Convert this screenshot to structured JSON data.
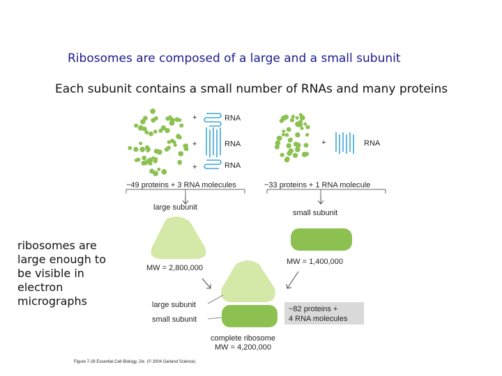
{
  "title": "Ribosomes are composed of a large and a small subunit",
  "subtitle": "Each subunit contains a small number of RNAs and many proteins",
  "side_note": "ribosomes are large enough to be visible in electron micrographs",
  "figure": {
    "plus": "+",
    "rna": "RNA",
    "large_components": "~49 proteins + 3 RNA molecules",
    "small_components": "~33 proteins + 1 RNA molecule",
    "large_subunit": "large subunit",
    "small_subunit": "small subunit",
    "large_mw": "MW = 2,800,000",
    "small_mw": "MW = 1,400,000",
    "complete_components_line1": "~82 proteins +",
    "complete_components_line2": "4 RNA molecules",
    "complete_label": "complete ribosome",
    "complete_mw": "MW = 4,200,000",
    "caption": "Figure 7-28  Essential Cell Biology, 2/e. (© 2004 Garland Science)"
  },
  "colors": {
    "protein_dot": "#8cc152",
    "rna_strand": "#3aa7d9",
    "large_subunit_fill": "#d4e8a8",
    "small_subunit_fill": "#8cc152",
    "components_box": "#d9d9d9"
  }
}
